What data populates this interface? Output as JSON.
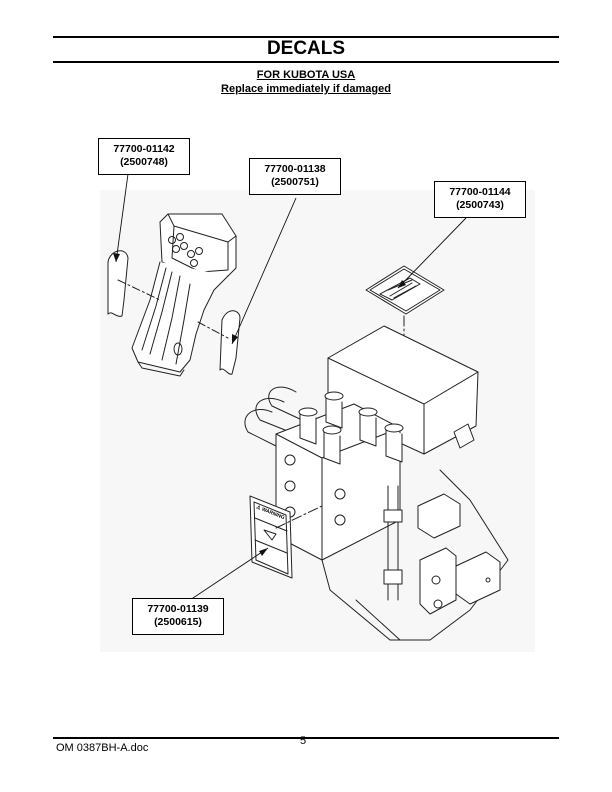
{
  "header": {
    "title": "DECALS",
    "subtitle_line1": "FOR KUBOTA USA",
    "subtitle_line2": "Replace immediately if damaged"
  },
  "figure": {
    "description": "Exploded isometric line drawing of a hand-held joystick control and hydraulic valve block assembly showing decal locations",
    "callouts": [
      {
        "part_number": "77700-01142",
        "alt_number": "(2500748)",
        "location": "left side of hand control"
      },
      {
        "part_number": "77700-01138",
        "alt_number": "(2500751)",
        "location": "right side of hand control"
      },
      {
        "part_number": "77700-01144",
        "alt_number": "(2500743)",
        "location": "top of valve cover"
      },
      {
        "part_number": "77700-01139",
        "alt_number": "(2500615)",
        "location": "side of valve block (warning decal)"
      }
    ],
    "warning_decal_text": "WARNING"
  },
  "footer": {
    "document_id": "OM 0387BH-A.doc",
    "page_number": "5"
  }
}
